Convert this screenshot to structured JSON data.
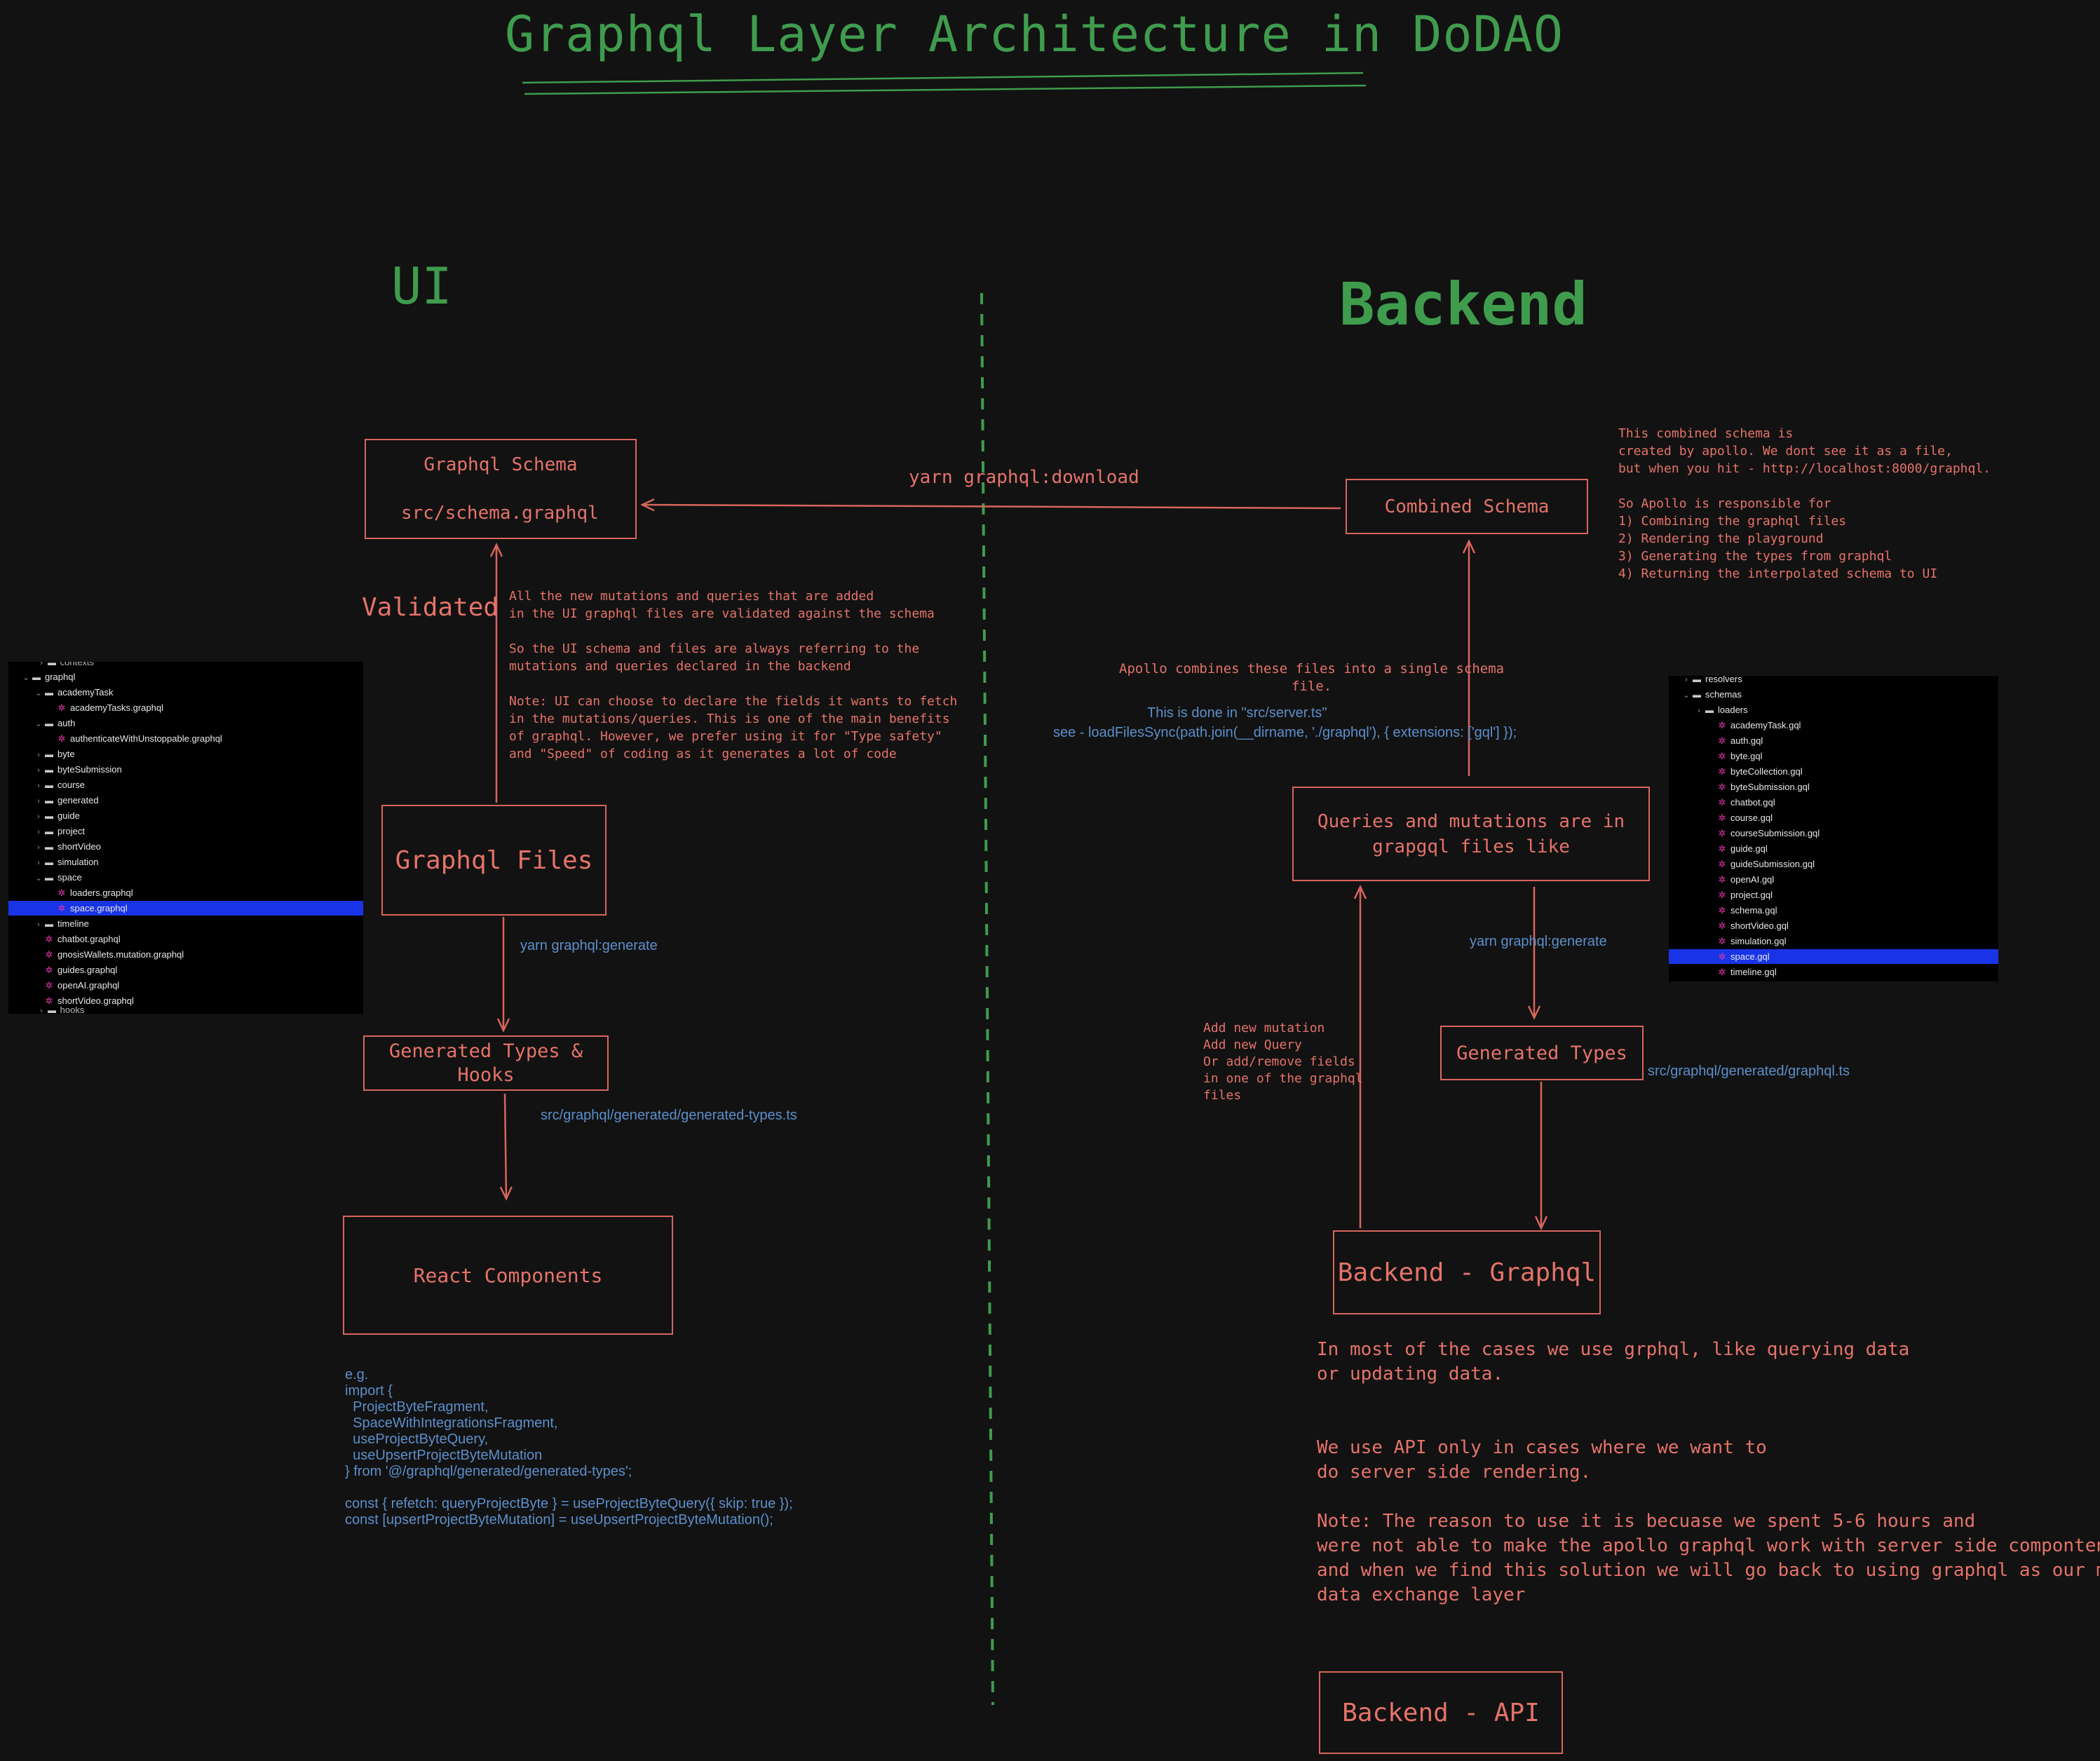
{
  "title": "Graphql Layer Architecture in DoDAO",
  "ui": {
    "heading": "UI",
    "schema_box": {
      "title": "Graphql Schema",
      "file": "src/schema.graphql"
    },
    "validated_label": "Validated",
    "validation_note": "All the new mutations and queries that are added\nin the UI graphql files are validated against the schema\n\nSo the UI schema and files are always referring to the\nmutations and queries declared in the backend\n\nNote: UI can choose to declare the fields it wants to fetch\nin the mutations/queries. This is one of the main benefits\nof graphql. However, we prefer using it for \"Type safety\"\nand \"Speed\" of coding as it generates a lot of code",
    "files_box": "Graphql Files",
    "generate_cmd": "yarn graphql:generate",
    "types_box": "Generated Types &\nHooks",
    "types_path": "src/graphql/generated/generated-types.ts",
    "react_box": "React Components",
    "code_example": "e.g.\nimport {\n  ProjectByteFragment,\n  SpaceWithIntegrationsFragment,\n  useProjectByteQuery,\n  useUpsertProjectByteMutation\n} from '@/graphql/generated/generated-types';\n\nconst { refetch: queryProjectByte } = useProjectByteQuery({ skip: true });\nconst [upsertProjectByteMutation] = useUpsertProjectByteMutation();"
  },
  "download_cmd": "yarn graphql:download",
  "backend": {
    "heading": "Backend",
    "combined_box": "Combined Schema",
    "apollo_note": "This combined schema is\ncreated by apollo. We dont see it as a file,\nbut when you hit - http://localhost:8000/graphql.\n\nSo Apollo is responsible for\n1) Combining the graphql files\n2) Rendering the playground\n3) Generating the types from graphql\n4) Returning the interpolated schema to UI",
    "combine_note": "Apollo combines these files into a single schema\nfile.",
    "server_note": "This is done in \"src/server.ts\"",
    "server_code": "see - loadFilesSync(path.join(__dirname, './graphql'), { extensions: ['gql'] });",
    "queries_box": "Queries and mutations are in\ngrapgql files like",
    "generate_cmd": "yarn graphql:generate",
    "types_box": "Generated Types",
    "types_path": "src/graphql/generated/graphql.ts",
    "add_note": "Add new mutation\nAdd new Query\nOr add/remove fields\nin one of the graphql\nfiles",
    "graphql_box": "Backend - Graphql",
    "graphql_note": "In most of the cases we use grphql, like querying data\nor updating data.",
    "api_note": "We use API only in cases where we want to\ndo server side rendering.\n\nNote: The reason to use it is becuase we spent 5-6 hours and\nwere not able to make the apollo graphql work with server side compontents. If\nand when we find this solution we will go back to using graphql as our main\ndata exchange layer",
    "api_box": "Backend - API"
  },
  "ui_tree": {
    "top_partial": "contexts",
    "bottom_partial": "hooks",
    "rows": [
      {
        "indent": 1,
        "chev": "down",
        "type": "folder",
        "name": "graphql"
      },
      {
        "indent": 2,
        "chev": "down",
        "type": "folder",
        "name": "academyTask"
      },
      {
        "indent": 3,
        "chev": "",
        "type": "gql",
        "name": "academyTasks.graphql"
      },
      {
        "indent": 2,
        "chev": "down",
        "type": "folder",
        "name": "auth"
      },
      {
        "indent": 3,
        "chev": "",
        "type": "gql",
        "name": "authenticateWithUnstoppable.graphql"
      },
      {
        "indent": 2,
        "chev": "right",
        "type": "folder",
        "name": "byte"
      },
      {
        "indent": 2,
        "chev": "right",
        "type": "folder",
        "name": "byteSubmission"
      },
      {
        "indent": 2,
        "chev": "right",
        "type": "folder",
        "name": "course"
      },
      {
        "indent": 2,
        "chev": "right",
        "type": "folder",
        "name": "generated"
      },
      {
        "indent": 2,
        "chev": "right",
        "type": "folder",
        "name": "guide"
      },
      {
        "indent": 2,
        "chev": "right",
        "type": "folder",
        "name": "project"
      },
      {
        "indent": 2,
        "chev": "right",
        "type": "folder",
        "name": "shortVideo"
      },
      {
        "indent": 2,
        "chev": "right",
        "type": "folder",
        "name": "simulation"
      },
      {
        "indent": 2,
        "chev": "down",
        "type": "folder",
        "name": "space"
      },
      {
        "indent": 3,
        "chev": "",
        "type": "gql",
        "name": "loaders.graphql"
      },
      {
        "indent": 3,
        "chev": "",
        "type": "gql",
        "name": "space.graphql",
        "selected": true
      },
      {
        "indent": 2,
        "chev": "right",
        "type": "folder",
        "name": "timeline"
      },
      {
        "indent": 2,
        "chev": "",
        "type": "gql",
        "name": "chatbot.graphql"
      },
      {
        "indent": 2,
        "chev": "",
        "type": "gql",
        "name": "gnosisWallets.mutation.graphql"
      },
      {
        "indent": 2,
        "chev": "",
        "type": "gql",
        "name": "guides.graphql"
      },
      {
        "indent": 2,
        "chev": "",
        "type": "gql",
        "name": "openAI.graphql"
      },
      {
        "indent": 2,
        "chev": "",
        "type": "gql",
        "name": "shortVideo.graphql"
      }
    ]
  },
  "backend_tree": {
    "rows": [
      {
        "indent": 1,
        "chev": "right",
        "type": "folder",
        "name": "resolvers"
      },
      {
        "indent": 1,
        "chev": "down",
        "type": "folder",
        "name": "schemas"
      },
      {
        "indent": 2,
        "chev": "right",
        "type": "folder",
        "name": "loaders"
      },
      {
        "indent": 3,
        "chev": "",
        "type": "gql",
        "name": "academyTask.gql"
      },
      {
        "indent": 3,
        "chev": "",
        "type": "gql",
        "name": "auth.gql"
      },
      {
        "indent": 3,
        "chev": "",
        "type": "gql",
        "name": "byte.gql"
      },
      {
        "indent": 3,
        "chev": "",
        "type": "gql",
        "name": "byteCollection.gql"
      },
      {
        "indent": 3,
        "chev": "",
        "type": "gql",
        "name": "byteSubmission.gql"
      },
      {
        "indent": 3,
        "chev": "",
        "type": "gql",
        "name": "chatbot.gql"
      },
      {
        "indent": 3,
        "chev": "",
        "type": "gql",
        "name": "course.gql"
      },
      {
        "indent": 3,
        "chev": "",
        "type": "gql",
        "name": "courseSubmission.gql"
      },
      {
        "indent": 3,
        "chev": "",
        "type": "gql",
        "name": "guide.gql"
      },
      {
        "indent": 3,
        "chev": "",
        "type": "gql",
        "name": "guideSubmission.gql"
      },
      {
        "indent": 3,
        "chev": "",
        "type": "gql",
        "name": "openAI.gql"
      },
      {
        "indent": 3,
        "chev": "",
        "type": "gql",
        "name": "project.gql"
      },
      {
        "indent": 3,
        "chev": "",
        "type": "gql",
        "name": "schema.gql"
      },
      {
        "indent": 3,
        "chev": "",
        "type": "gql",
        "name": "shortVideo.gql"
      },
      {
        "indent": 3,
        "chev": "",
        "type": "gql",
        "name": "simulation.gql"
      },
      {
        "indent": 3,
        "chev": "",
        "type": "gql",
        "name": "space.gql",
        "selected": true
      },
      {
        "indent": 3,
        "chev": "",
        "type": "gql",
        "name": "timeline.gql"
      }
    ]
  },
  "colors": {
    "background": "#121212",
    "accent_red": "#e57369",
    "heading_green": "#3f9c4d",
    "note_blue": "#5c8fcb",
    "selection_blue": "#1934e6"
  }
}
